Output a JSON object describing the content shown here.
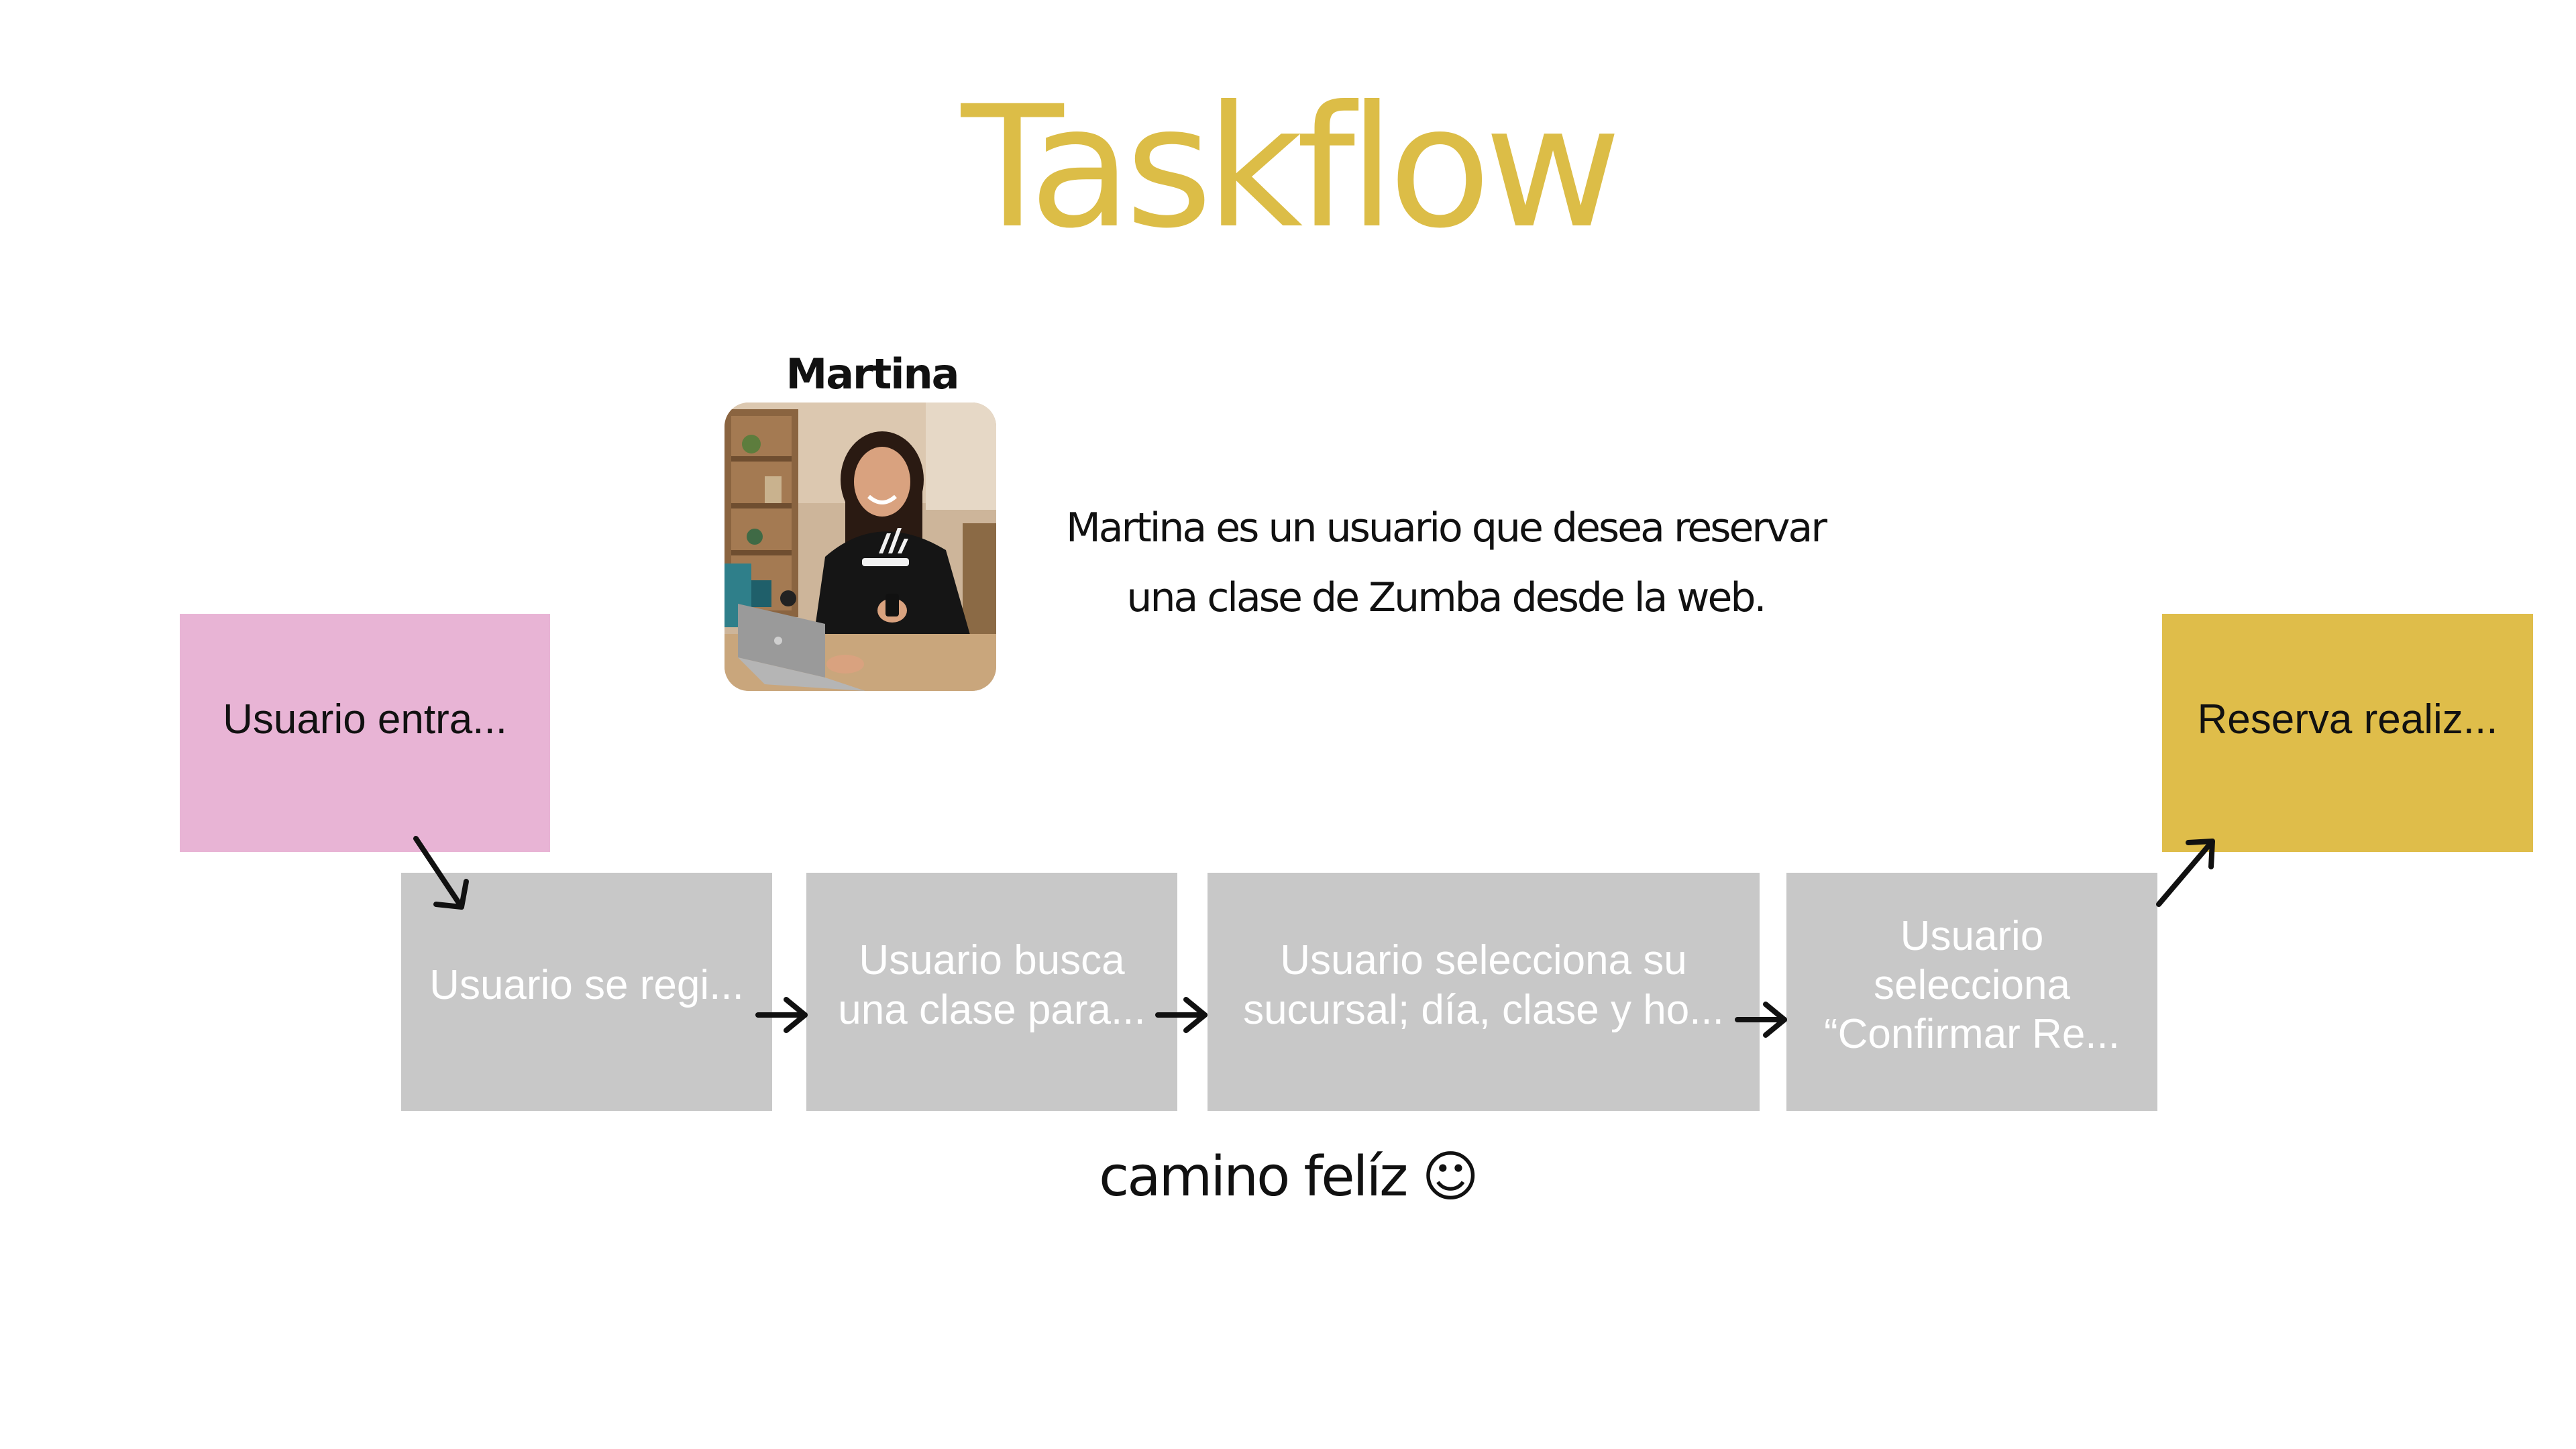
{
  "title": "Taskflow",
  "persona": {
    "name": "Martina",
    "description_line1": "Martina es un usuario que desea reservar",
    "description_line2": "una clase de Zumba desde la web."
  },
  "flow": {
    "start": "Usuario entra...",
    "steps": [
      {
        "line1": "Usuario se regi...",
        "line2": "",
        "line3": ""
      },
      {
        "line1": "Usuario busca",
        "line2": "una clase para...",
        "line3": ""
      },
      {
        "line1": "Usuario selecciona su",
        "line2": "sucursal; día, clase y ho...",
        "line3": ""
      },
      {
        "line1": "Usuario",
        "line2": "selecciona",
        "line3": "“Confirmar Re..."
      }
    ],
    "end": "Reserva realiz..."
  },
  "caption": {
    "text": "camino felíz",
    "emoji": "☺"
  },
  "colors": {
    "title": "#dcbd47",
    "start_note": "#e8b4d5",
    "end_note": "#dfbd4a",
    "step_note": "#c8c8c8",
    "step_text": "#ffffff",
    "arrow": "#111111"
  }
}
